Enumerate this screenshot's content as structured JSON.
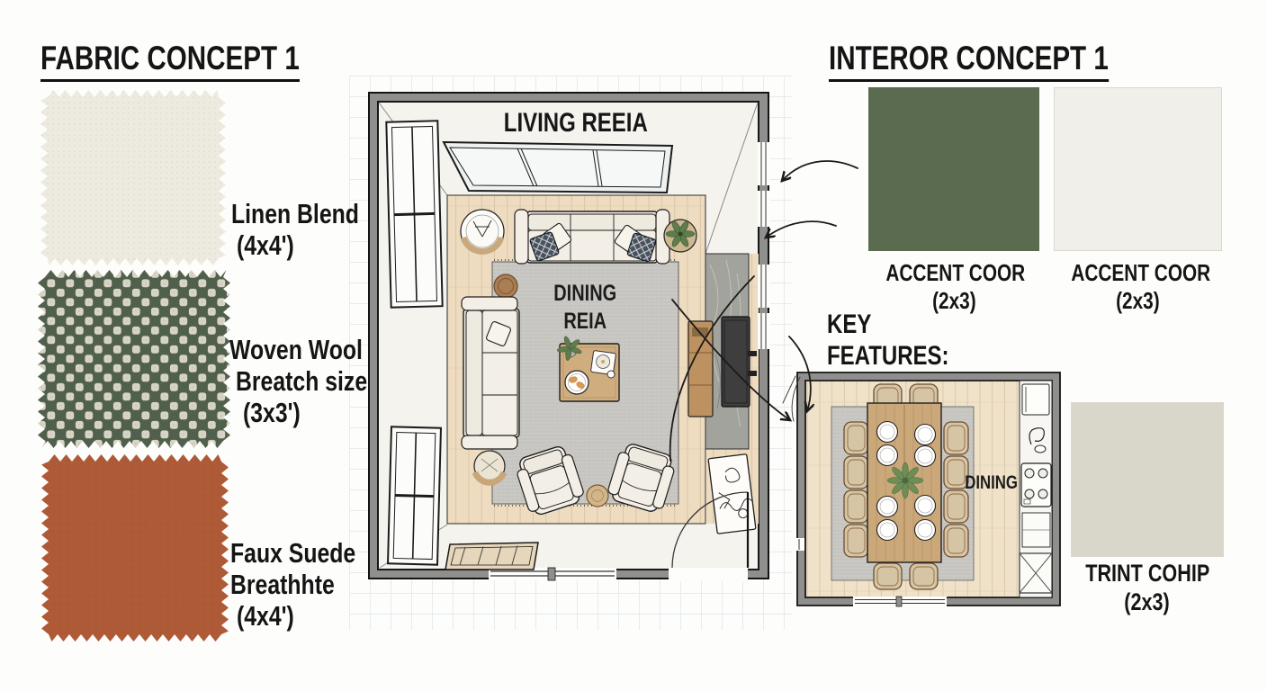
{
  "colors": {
    "page_background": "#fdfdfb",
    "fabric_linen": "#EDEAE0",
    "fabric_wool_dark": "#51604C",
    "fabric_wool_light": "#D7D4C5",
    "fabric_suede": "#AE5A37",
    "accent_green": "#5A6B50",
    "accent_offwhite": "#F1EFE9",
    "trim_beige": "#D9D6CA"
  },
  "plan_colors": {
    "wall": "#8F8F8D",
    "wood_floor": "#EEDCC1",
    "rug": "#CAC9C4"
  },
  "fabric_section": {
    "title": "FABRIC CONCEPT 1",
    "swatches": [
      {
        "name": "linen-blend",
        "label": [
          "Linen Blend",
          "(4x4')"
        ]
      },
      {
        "name": "woven-wool",
        "label": [
          "Woven Wool",
          "Breatch size",
          "(3x3')"
        ]
      },
      {
        "name": "faux-suede",
        "label": [
          "Faux Suede",
          "Breathhte",
          "(4x4')"
        ]
      }
    ]
  },
  "floor_plan": {
    "living_area_label": "LIVING REEIA",
    "dining_area_label_line1": "DINING",
    "dining_area_label_line2": "REIA"
  },
  "interior_section": {
    "title": "INTEROR CONCEPT 1",
    "accent_swatches": [
      {
        "label_line1": "ACCENT COOR",
        "label_line2": "(2x3)"
      },
      {
        "label_line1": "ACCENT COOR",
        "label_line2": "(2x3)"
      }
    ],
    "key_features_line1": "KEY",
    "key_features_line2": "FEATURES:",
    "dining_plan_label": "DINING",
    "trim_swatch": {
      "label_line1": "TRINT COHIP",
      "label_line2": "(2x3)"
    }
  }
}
